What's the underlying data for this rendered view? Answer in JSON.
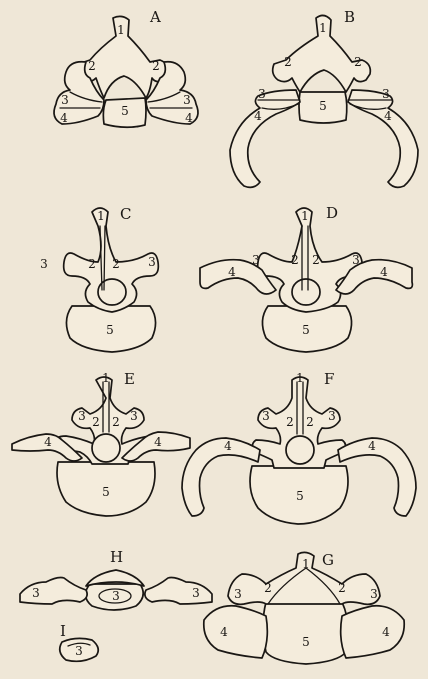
{
  "figures": [
    {
      "letter": "A",
      "labels": {
        "n1": "1",
        "n2a": "2",
        "n2b": "2",
        "n3a": "3",
        "n3b": "3",
        "n4a": "4",
        "n4b": "4",
        "n5": "5"
      }
    },
    {
      "letter": "B",
      "labels": {
        "n1": "1",
        "n2a": "2",
        "n2b": "2",
        "n3a": "3",
        "n3b": "3",
        "n4a": "4",
        "n4b": "4",
        "n5": "5"
      }
    },
    {
      "letter": "C",
      "labels": {
        "n1": "1",
        "n2a": "2",
        "n2b": "2",
        "n3a": "3",
        "n3b": "3",
        "n5": "5"
      }
    },
    {
      "letter": "D",
      "labels": {
        "n1": "1",
        "n2a": "2",
        "n2b": "2",
        "n3a": "3",
        "n3b": "3",
        "n4a": "4",
        "n4b": "4",
        "n5": "5"
      }
    },
    {
      "letter": "E",
      "labels": {
        "n1": "1",
        "n2a": "2",
        "n2b": "2",
        "n3a": "3",
        "n3b": "3",
        "n4a": "4",
        "n4b": "4",
        "n5": "5"
      }
    },
    {
      "letter": "F",
      "labels": {
        "n1": "1",
        "n2a": "2",
        "n2b": "2",
        "n3a": "3",
        "n3b": "3",
        "n4a": "4",
        "n4b": "4",
        "n5": "5"
      }
    },
    {
      "letter": "H",
      "labels": {
        "n3a": "3",
        "n3b": "3",
        "n5": "3"
      }
    },
    {
      "letter": "I",
      "labels": {
        "n5": "3"
      }
    },
    {
      "letter": "G",
      "labels": {
        "n1": "1",
        "n2a": "2",
        "n2b": "2",
        "n3a": "3",
        "n3b": "3",
        "n4a": "4",
        "n4b": "4",
        "n5": "5"
      }
    }
  ]
}
